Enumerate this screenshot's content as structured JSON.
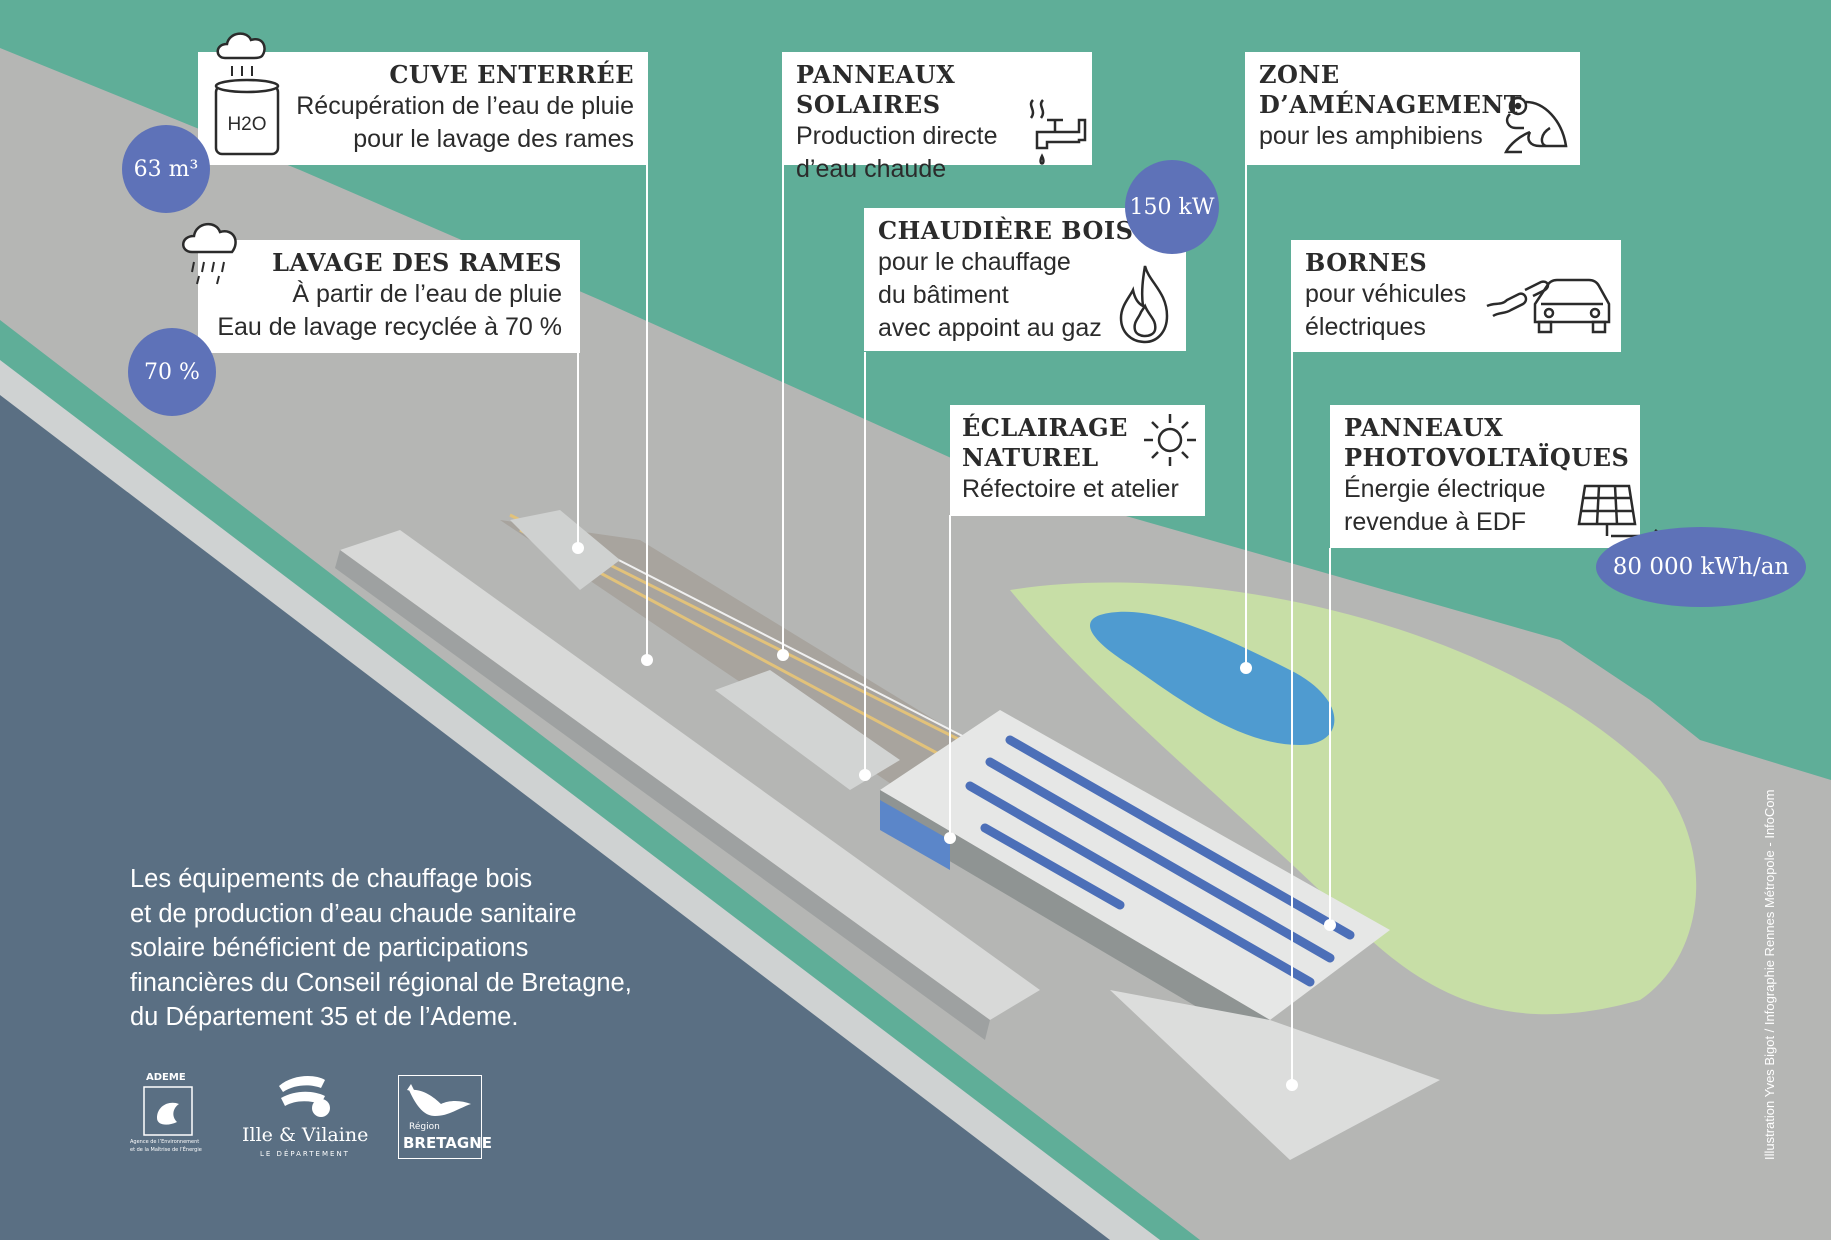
{
  "callouts": {
    "cuve": {
      "title": "CUVE ENTERRÉE",
      "text": "Récupération de l’eau de pluie\npour le lavage des rames",
      "icon": "rain-tank-icon",
      "icon_label": "H2O",
      "value": "63 m³"
    },
    "lavage": {
      "title": "LAVAGE DES RAMES",
      "text": "À partir de l’eau de pluie\nEau de lavage recyclée à 70 %",
      "icon": "rain-cloud-icon",
      "value": "70 %"
    },
    "solaires": {
      "title": "PANNEAUX SOLAIRES",
      "text": "Production directe\nd’eau chaude",
      "icon": "hot-water-tap-icon"
    },
    "chaudiere": {
      "title": "CHAUDIÈRE BOIS",
      "text": "pour le chauffage\ndu bâtiment\navec appoint au gaz",
      "icon": "flame-icon",
      "value": "150 kW"
    },
    "eclairage": {
      "title": "ÉCLAIRAGE\nNATUREL",
      "text": "Réfectoire et atelier",
      "icon": "sun-icon"
    },
    "zone": {
      "title": "ZONE\nD’AMÉNAGEMENT",
      "text": "pour les amphibiens",
      "icon": "frog-icon"
    },
    "bornes": {
      "title": "BORNES",
      "text": "pour véhicules\nélectriques",
      "icon": "ev-charging-car-icon"
    },
    "photovoltaiques": {
      "title": "PANNEAUX\nPHOTOVOLTAÏQUES",
      "text": "Énergie électrique\nrevendue à EDF",
      "icon": "solar-panel-icon",
      "value": "80 000 kWh/an"
    }
  },
  "footer_note": "Les équipements de chauffage bois\net de production d’eau chaude sanitaire\nsolaire bénéficient de participations\nfinancières du Conseil régional de Bretagne,\ndu Département 35 et de l’Ademe.",
  "logos": {
    "ademe": {
      "name": "ADEME",
      "caption": "Agence de l’Environnement\net de la Maîtrise de l’Énergie"
    },
    "ille": {
      "name": "Ille & Vilaine",
      "caption": "LE DÉPARTEMENT"
    },
    "bretagne": {
      "line1": "Région",
      "line2": "BRETAGNE"
    }
  },
  "credit": "Illustration Yves Bigot / Infographie Rennes Métropole - InfoCom",
  "colors": {
    "background": "#5fae98",
    "bubble": "#5e72b8",
    "card": "#ffffff",
    "road": "#5a6f83"
  }
}
